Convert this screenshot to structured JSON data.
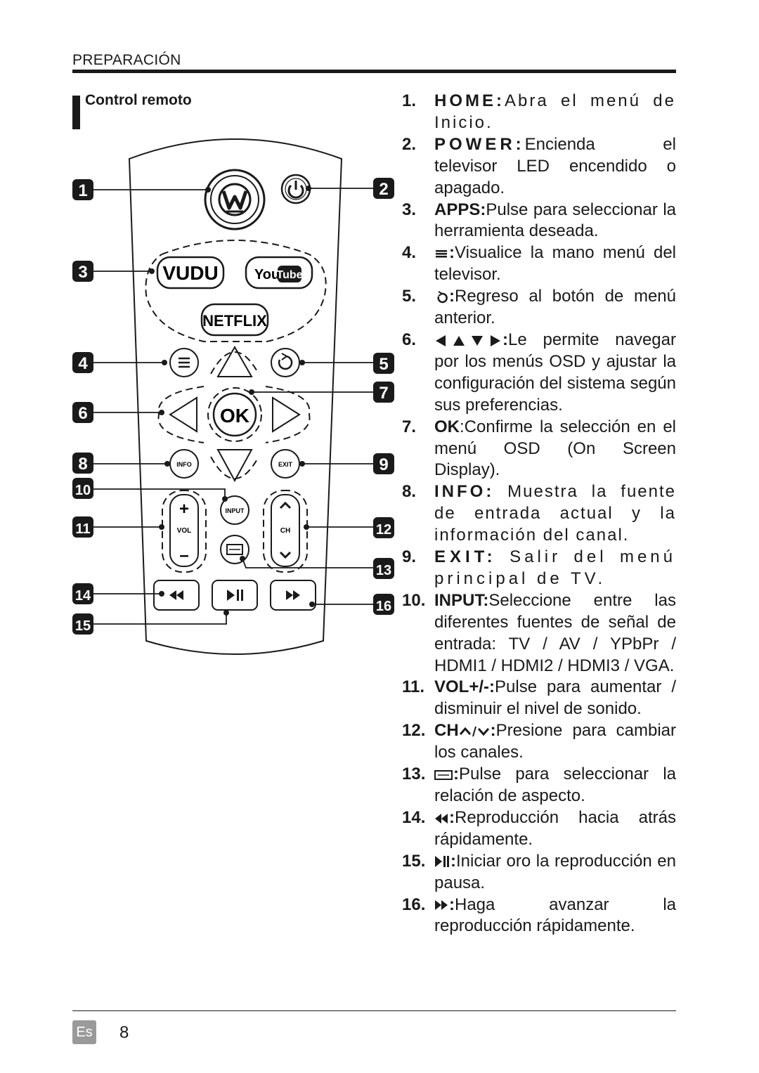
{
  "header": {
    "title": "PREPARACIÓN"
  },
  "section": {
    "title": "Control remoto"
  },
  "remote": {
    "callouts": [
      "1",
      "2",
      "3",
      "4",
      "5",
      "6",
      "7",
      "8",
      "9",
      "10",
      "11",
      "12",
      "13",
      "14",
      "15",
      "16"
    ],
    "buttons": {
      "vudu": "VUDU",
      "youtube_you": "You",
      "youtube_tube": "Tube",
      "netflix": "NETFLIX",
      "ok": "OK",
      "info": "INFO",
      "exit": "EXIT",
      "input": "INPUT",
      "vol": "VOL",
      "ch": "CH",
      "plus": "+",
      "minus": "–"
    }
  },
  "instructions": [
    {
      "num": "1.",
      "key": "HOME:",
      "text": "Abra el menú de Inicio."
    },
    {
      "num": "2.",
      "key": "POWER:",
      "text": "Encienda el televisor LED encendido o apagado."
    },
    {
      "num": "3.",
      "key": "APPS:",
      "text": "Pulse para seleccionar la herramienta deseada."
    },
    {
      "num": "4.",
      "key": ":",
      "text": "Visualice la mano menú del televisor.",
      "icon": "menu-icon"
    },
    {
      "num": "5.",
      "key": ":",
      "text": "Regreso al botón de menú anterior.",
      "icon": "return-icon"
    },
    {
      "num": "6.",
      "key": ":",
      "text": "Le permite navegar por los menús OSD y ajustar la configuración del sistema según sus preferencias.",
      "icon": "arrows-icon"
    },
    {
      "num": "7.",
      "key": "OK",
      "text": ":Confirme la selección en el menú OSD (On Screen Display)."
    },
    {
      "num": "8.",
      "key": "INFO:",
      "text": " Muestra la fuente de entrada actual y la información del canal."
    },
    {
      "num": "9.",
      "key": "EXIT:",
      "text": " Salir del menú principal de TV."
    },
    {
      "num": "10.",
      "key": "INPUT:",
      "text": "Seleccione entre las diferentes fuentes de señal de entrada: TV / AV / YPbPr / HDMI1 / HDMI2 / HDMI3 / VGA."
    },
    {
      "num": "11.",
      "key": "VOL+/-:",
      "text": "Pulse para aumentar / disminuir el nivel de sonido."
    },
    {
      "num": "12.",
      "key": "CH",
      "key2": ":",
      "text": "Presione para cambiar los canales.",
      "icon": "ch-arrows-icon"
    },
    {
      "num": "13.",
      "key": ":",
      "text": "Pulse para seleccionar la relación de aspecto.",
      "icon": "aspect-icon"
    },
    {
      "num": "14.",
      "key": ":",
      "text": "Reproducción hacia atrás rápidamente.",
      "icon": "rewind-icon"
    },
    {
      "num": "15.",
      "key": ":",
      "text": "Iniciar oro la reproducción en pausa.",
      "icon": "play-pause-icon"
    },
    {
      "num": "16.",
      "key": ":",
      "text": "Haga avanzar la reproducción rápidamente.",
      "icon": "fast-forward-icon"
    }
  ],
  "footer": {
    "language": "Es",
    "page": "8"
  }
}
